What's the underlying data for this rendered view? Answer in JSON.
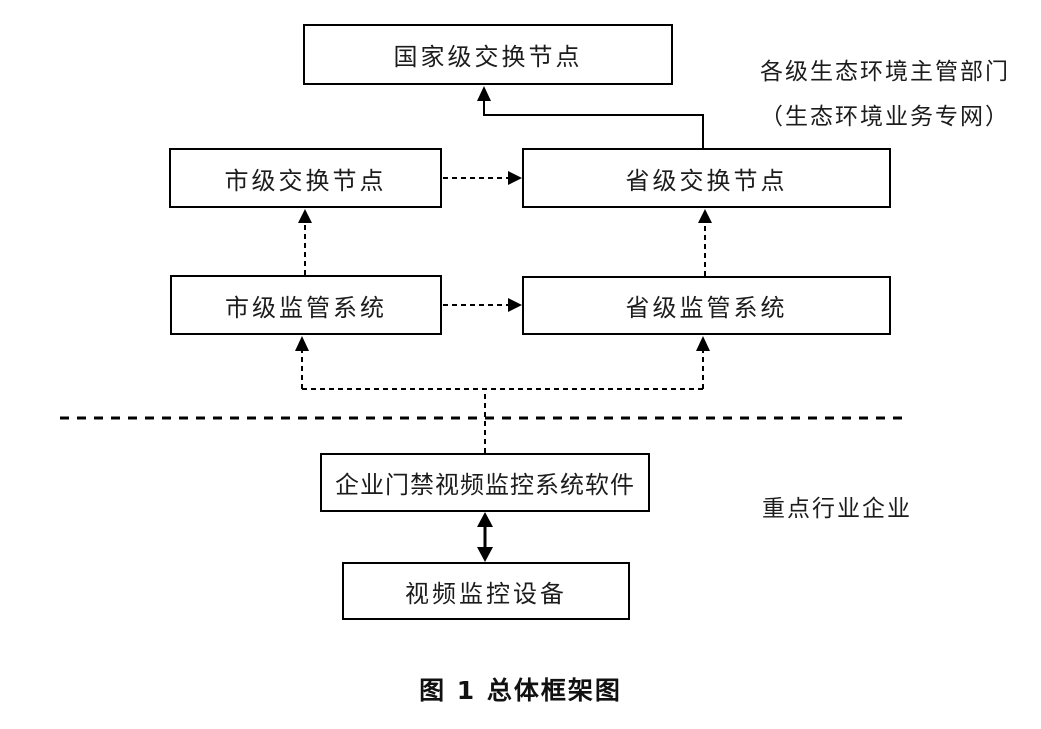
{
  "diagram": {
    "nodes": {
      "national_exchange": "国家级交换节点",
      "city_exchange": "市级交换节点",
      "provincial_exchange": "省级交换节点",
      "city_supervision": "市级监管系统",
      "provincial_supervision": "省级监管系统",
      "enterprise_software": "企业门禁视频监控系统软件",
      "video_device": "视频监控设备"
    },
    "annotations": {
      "department_label_line1": "各级生态环境主管部门",
      "department_label_line2": "（生态环境业务专网）",
      "enterprise_zone_label": "重点行业企业"
    },
    "caption": "图 1 总体框架图",
    "colors": {
      "line": "#000000",
      "background": "#ffffff",
      "text": "#1c1c1c"
    }
  }
}
